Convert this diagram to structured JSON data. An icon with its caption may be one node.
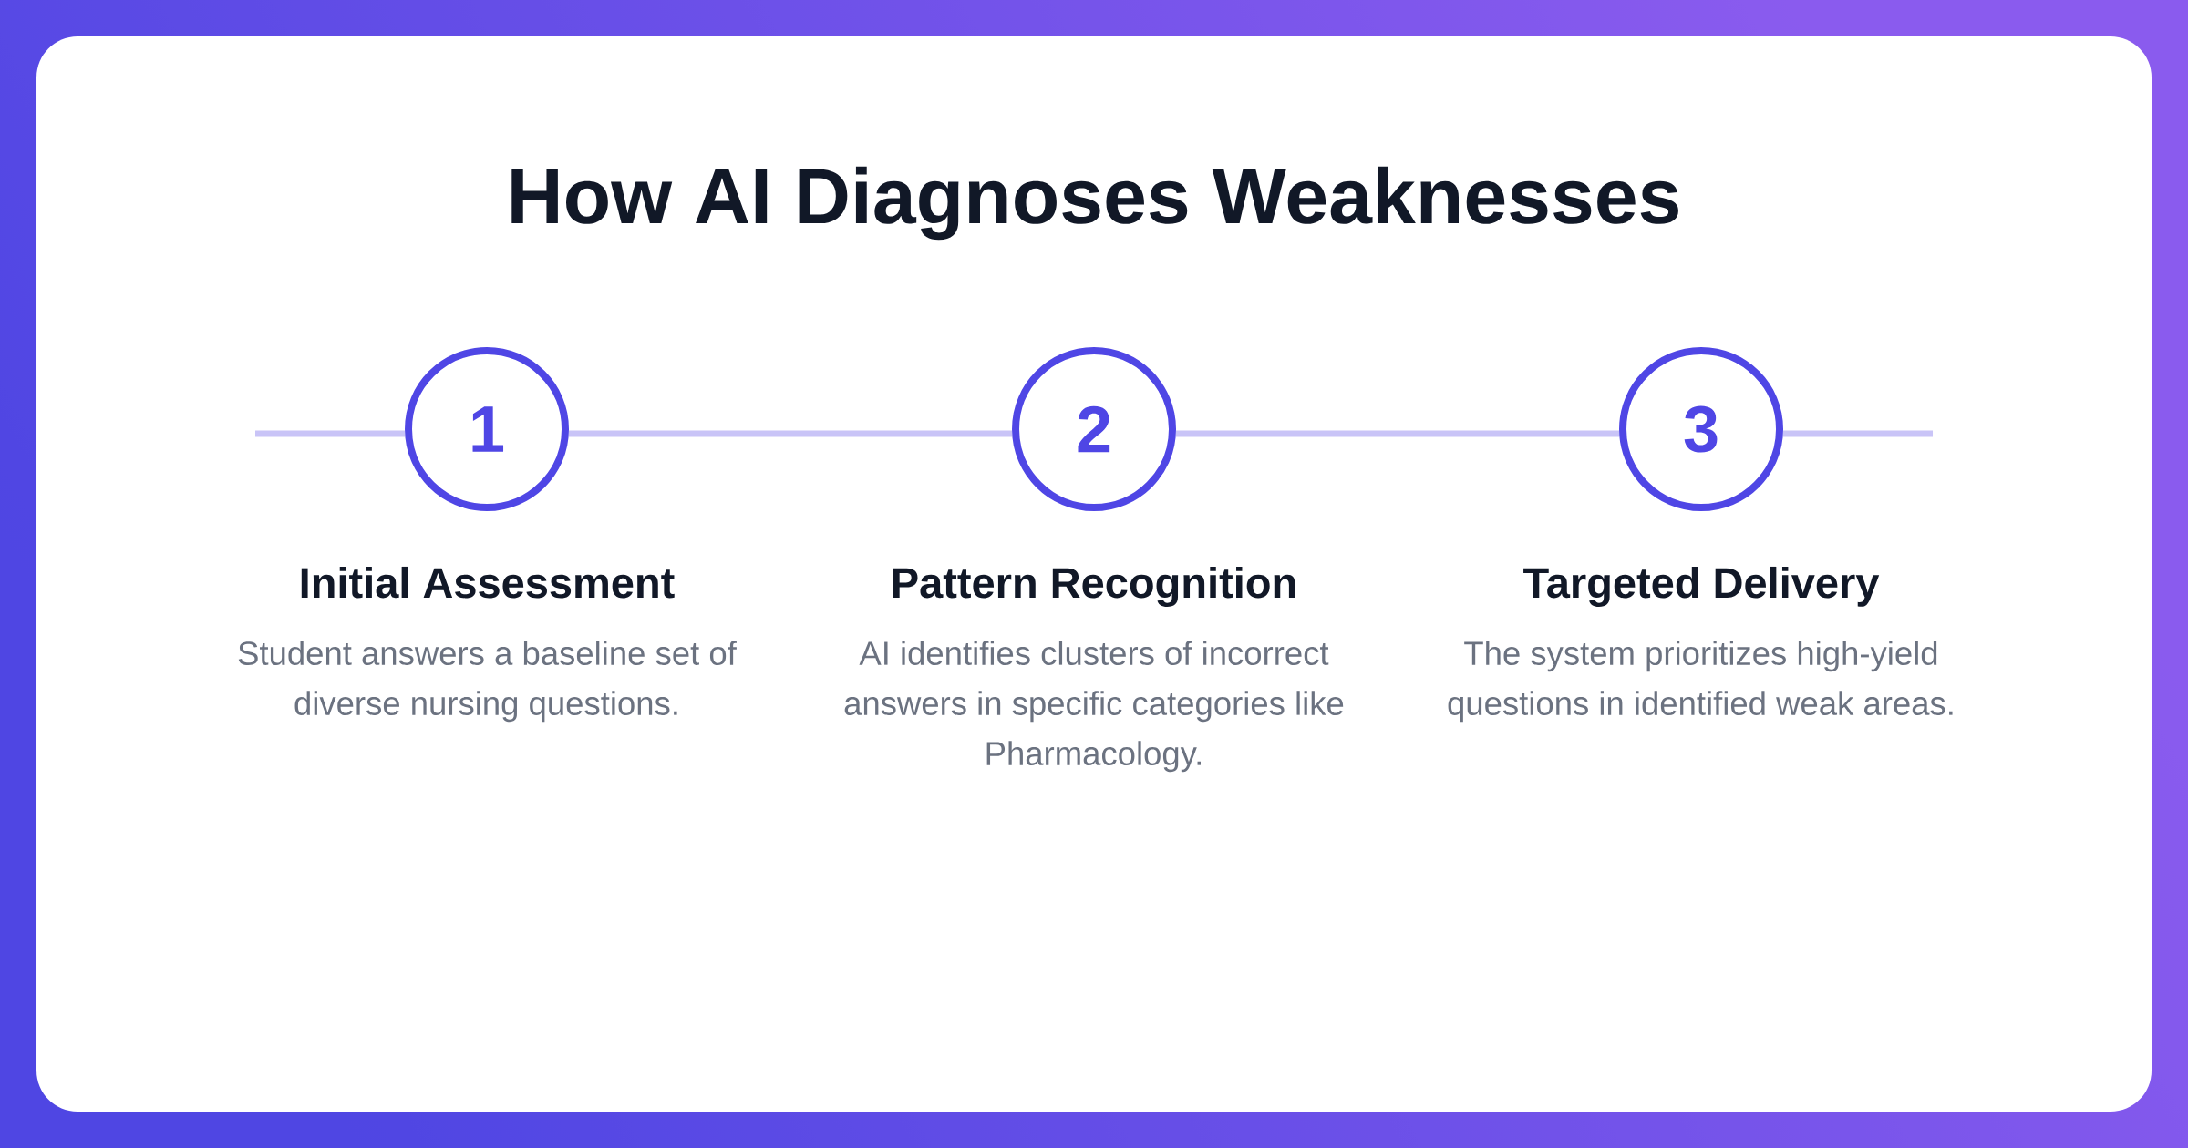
{
  "diagram": {
    "title": "How AI Diagnoses Weaknesses",
    "nodes": [
      {
        "text": [
          "1"
        ],
        "beside": [
          "Initial Assessment",
          "Student answers a baseline set of diverse nursing questions."
        ]
      },
      {
        "text": [
          "2"
        ],
        "beside": [
          "Pattern Recognition",
          "AI identifies clusters of incorrect answers in specific categories like Pharmacology."
        ]
      },
      {
        "text": [
          "3"
        ],
        "beside": [
          "Targeted Delivery",
          "The system prioritizes high-yield questions in identified weak areas."
        ]
      }
    ],
    "edges": [
      {
        "from": null,
        "to": 0,
        "arrow": "none"
      },
      {
        "from": 0,
        "to": 1,
        "arrow": "none"
      },
      {
        "from": 1,
        "to": 2,
        "arrow": "none"
      },
      {
        "from": 2,
        "to": null,
        "arrow": "none"
      }
    ]
  }
}
